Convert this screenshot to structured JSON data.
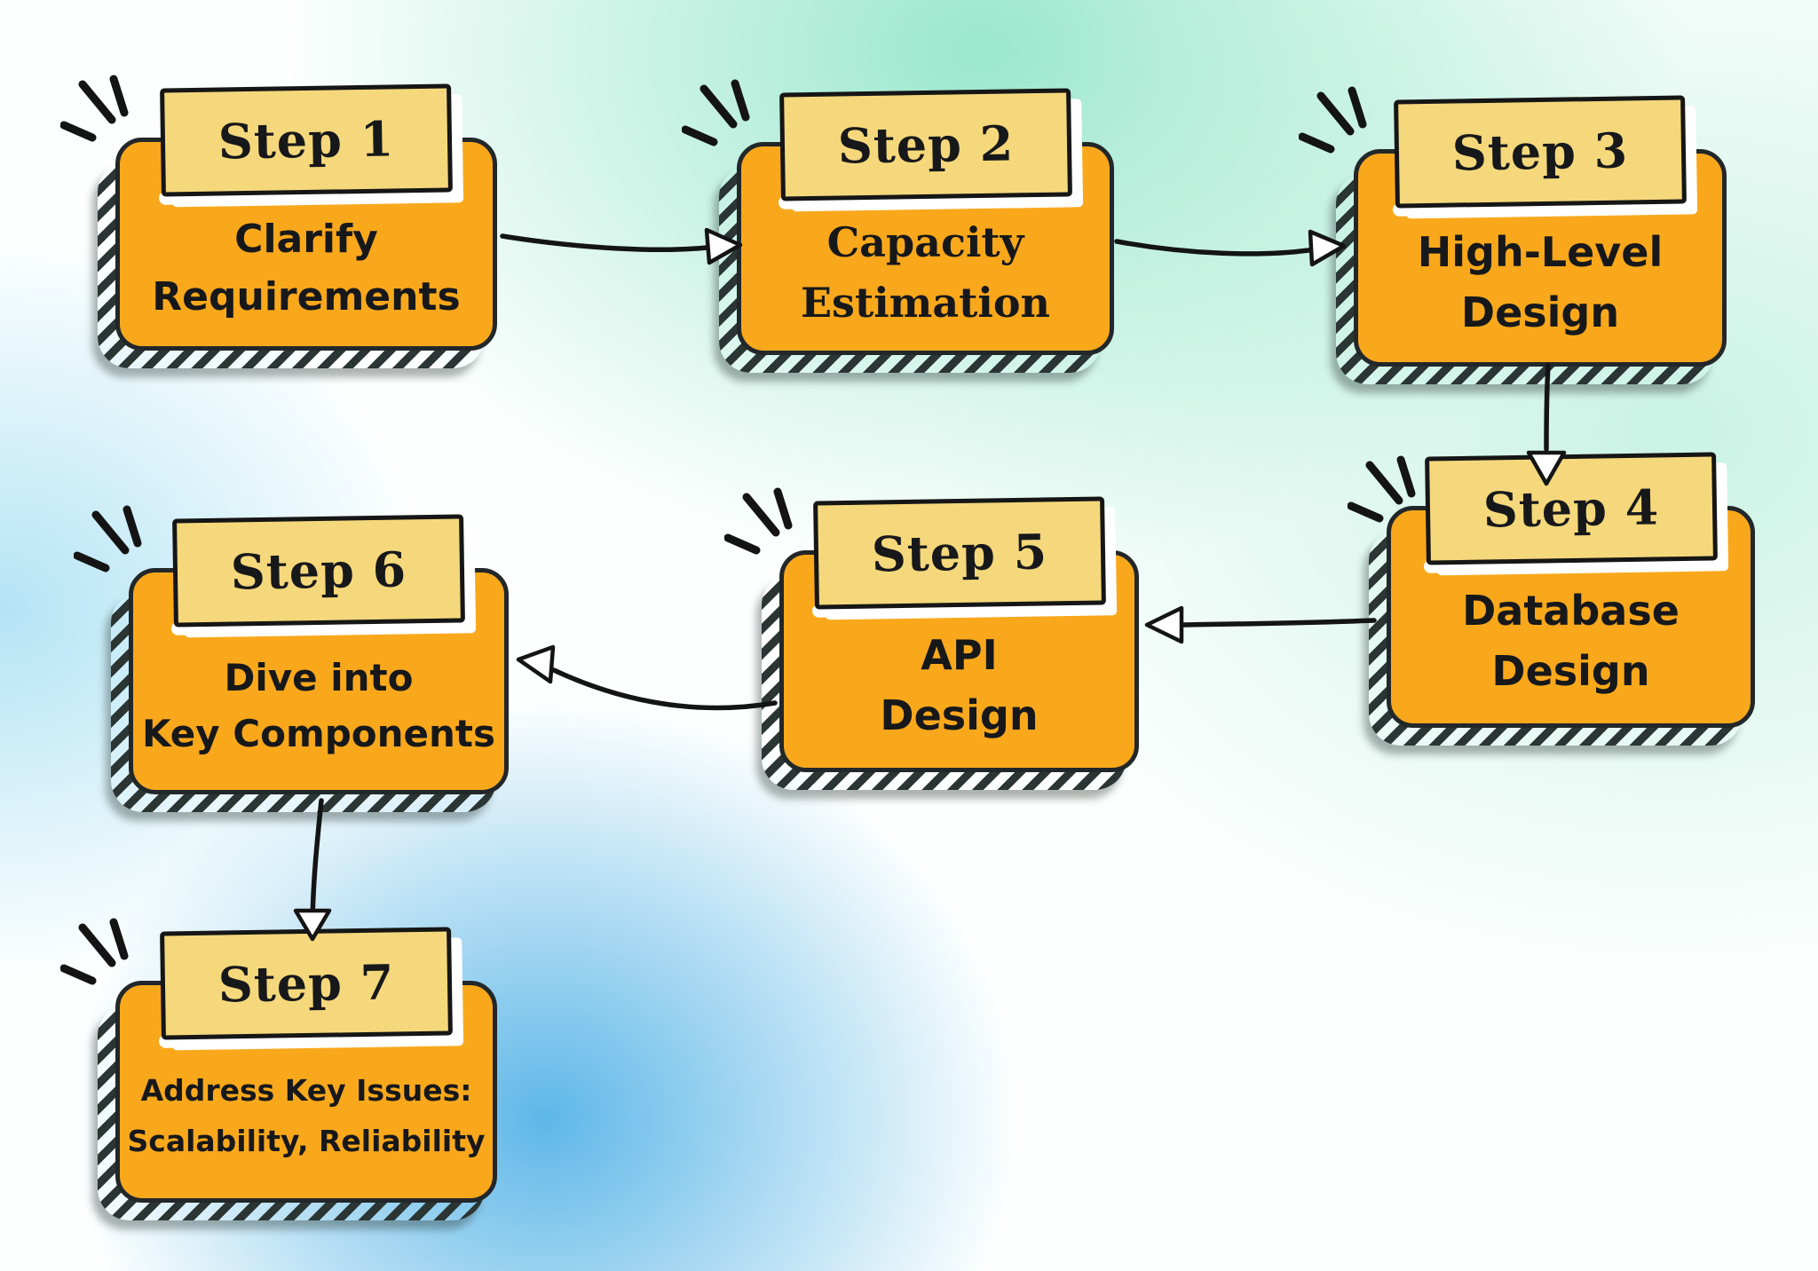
{
  "diagram": {
    "steps": [
      {
        "id": "step-1",
        "header": "Step 1",
        "line1": "Clarify",
        "line2": "Requirements"
      },
      {
        "id": "step-2",
        "header": "Step 2",
        "line1": "Capacity",
        "line2": "Estimation"
      },
      {
        "id": "step-3",
        "header": "Step 3",
        "line1": "High-Level",
        "line2": "Design"
      },
      {
        "id": "step-4",
        "header": "Step 4",
        "line1": "Database",
        "line2": "Design"
      },
      {
        "id": "step-5",
        "header": "Step 5",
        "line1": "API",
        "line2": "Design"
      },
      {
        "id": "step-6",
        "header": "Step 6",
        "line1": "Dive into",
        "line2": "Key Components"
      },
      {
        "id": "step-7",
        "header": "Step 7",
        "line1": "Address Key Issues:",
        "line2": "Scalability, Reliability"
      }
    ],
    "edges": [
      {
        "from": "step-1",
        "to": "step-2"
      },
      {
        "from": "step-2",
        "to": "step-3"
      },
      {
        "from": "step-3",
        "to": "step-4"
      },
      {
        "from": "step-4",
        "to": "step-5"
      },
      {
        "from": "step-5",
        "to": "step-6"
      },
      {
        "from": "step-6",
        "to": "step-7"
      }
    ],
    "colors": {
      "card_fill": "#F9A81C",
      "tab_fill": "#F5D87B",
      "outline": "#1B2022",
      "text": "#17181A",
      "bg_teal": "#B9EDD9",
      "bg_blue": "#55B8E4",
      "bg_base": "#FDFFFE"
    }
  }
}
